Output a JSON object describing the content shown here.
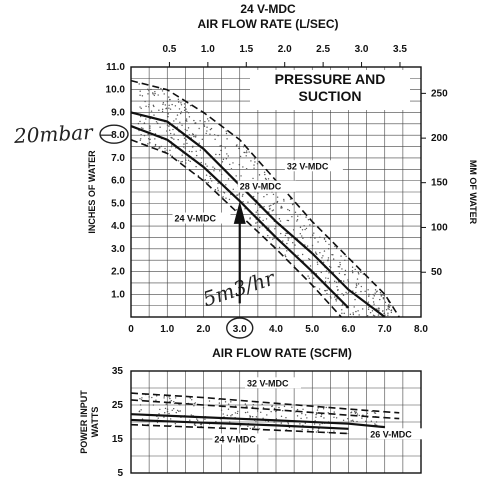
{
  "chart_data": [
    {
      "type": "line",
      "title": "PRESSURE AND SUCTION",
      "top_axis_title_line1": "24 V-MDC",
      "top_axis_title_line2": "AIR FLOW RATE (L/SEC)",
      "xlabel": "AIR FLOW RATE (SCFM)",
      "ylabel": "INCHES OF WATER",
      "y2label": "MM OF WATER",
      "xlim": [
        0,
        8
      ],
      "ylim": [
        0,
        11
      ],
      "grid": true,
      "x_ticks": [
        "0",
        "1.0",
        "2.0",
        "3.0",
        "4.0",
        "5.0",
        "6.0",
        "7.0",
        "8.0"
      ],
      "y_ticks": [
        "1.0",
        "2.0",
        "3.0",
        "4.0",
        "5.0",
        "6.0",
        "7.0",
        "8.0",
        "9.0",
        "10.0",
        "11.0"
      ],
      "top_ticks": [
        "0.5",
        "1.0",
        "1.5",
        "2.0",
        "2.5",
        "3.0",
        "3.5"
      ],
      "top_tick_x": [
        1.06,
        2.12,
        3.18,
        4.24,
        5.3,
        6.36,
        7.42
      ],
      "right_ticks": [
        "50",
        "100",
        "150",
        "200",
        "250"
      ],
      "right_tick_y": [
        1.97,
        3.94,
        5.91,
        7.87,
        9.84
      ],
      "series": [
        {
          "name": "32 V-MDC",
          "style": "dashed",
          "x": [
            0,
            1.0,
            2.0,
            3.0,
            4.0,
            5.0,
            6.0,
            7.0,
            7.4
          ],
          "y": [
            10.4,
            10.0,
            9.0,
            7.8,
            6.0,
            4.2,
            2.6,
            1.0,
            0
          ]
        },
        {
          "name": "28 V-MDC",
          "style": "solid",
          "x": [
            0,
            1.0,
            2.0,
            3.0,
            4.0,
            5.0,
            6.0,
            7.0
          ],
          "y": [
            9.0,
            8.6,
            7.4,
            5.8,
            4.2,
            2.8,
            1.2,
            0
          ]
        },
        {
          "name": "24 V-MDC",
          "style": "solid",
          "x": [
            0,
            1.0,
            2.0,
            3.0,
            4.0,
            5.0,
            6.0
          ],
          "y": [
            8.4,
            7.8,
            6.6,
            5.1,
            3.5,
            2.0,
            0.4
          ]
        },
        {
          "name": "",
          "style": "dashed",
          "x": [
            0,
            1.0,
            2.0,
            3.0,
            4.0,
            5.0,
            5.8
          ],
          "y": [
            7.8,
            7.2,
            6.0,
            4.5,
            3.0,
            1.4,
            0
          ]
        }
      ],
      "series_labels": [
        {
          "text": "32 V-MDC",
          "x": 4.3,
          "y": 6.5
        },
        {
          "text": "28 V-MDC",
          "x": 3.0,
          "y": 5.6
        },
        {
          "text": "24 V-MDC",
          "x": 1.2,
          "y": 4.2
        }
      ],
      "annotations": [
        {
          "text": "20mbar",
          "kind": "handwritten",
          "x": -1.6,
          "y": 8.0
        },
        {
          "text": "5m3/hr",
          "kind": "handwritten",
          "x": 2.0,
          "y": 0.1
        },
        {
          "kind": "arrow",
          "x": 3.0,
          "y_from": 0.6,
          "y_to": 4.8
        },
        {
          "kind": "circle",
          "around": "3.0",
          "axis": "x"
        },
        {
          "kind": "circle",
          "around": "8.0",
          "axis": "y"
        }
      ]
    },
    {
      "type": "line",
      "ylabel": "POWER INPUT WATTS",
      "xlim": [
        0,
        8
      ],
      "ylim": [
        5,
        35
      ],
      "grid": true,
      "y_ticks": [
        "5",
        "15",
        "25",
        "35"
      ],
      "series": [
        {
          "name": "32 V-MDC",
          "style": "dashed",
          "x": [
            0,
            2.0,
            4.0,
            6.0,
            7.4
          ],
          "y": [
            28.5,
            27.2,
            25.5,
            23.8,
            22.7
          ]
        },
        {
          "name": "",
          "style": "dashed",
          "x": [
            0,
            2.0,
            4.0,
            6.0,
            7.4
          ],
          "y": [
            26.5,
            25.0,
            23.6,
            22.0,
            21.0
          ]
        },
        {
          "name": "26 V-MDC",
          "style": "solid",
          "x": [
            0,
            2.0,
            4.0,
            6.0,
            7.0
          ],
          "y": [
            22.3,
            21.4,
            20.5,
            19.5,
            18.5
          ]
        },
        {
          "name": "24 V-MDC",
          "style": "solid",
          "x": [
            0,
            2.0,
            4.0,
            6.0
          ],
          "y": [
            20.6,
            19.8,
            19.0,
            18.0
          ]
        },
        {
          "name": "",
          "style": "dashed",
          "x": [
            0,
            2.0,
            4.0,
            6.0
          ],
          "y": [
            19.2,
            18.4,
            17.6,
            16.6
          ]
        }
      ],
      "series_labels": [
        {
          "text": "32 V-MDC",
          "x": 3.2,
          "y": 30.5
        },
        {
          "text": "24 V-MDC",
          "x": 2.3,
          "y": 14.0
        },
        {
          "text": "26 V-MDC",
          "x": 6.6,
          "y": 15.5
        }
      ]
    }
  ]
}
